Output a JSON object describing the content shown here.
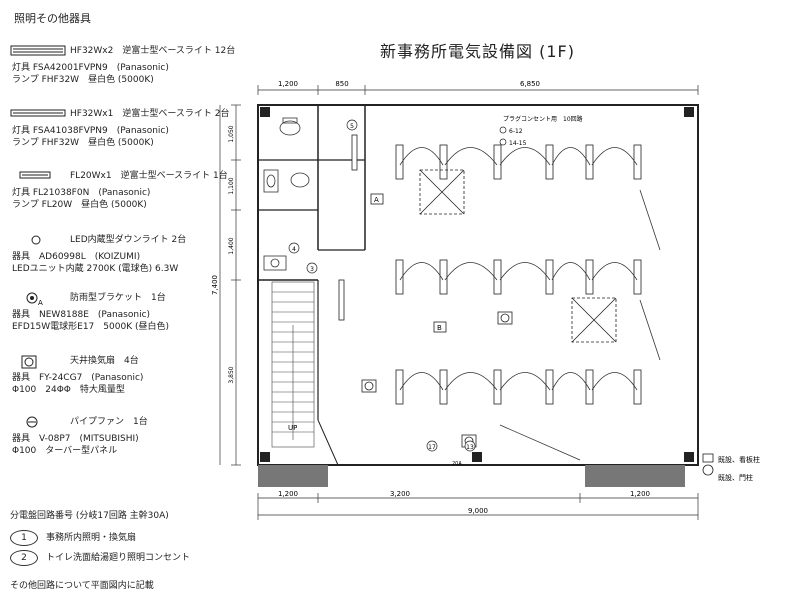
{
  "legend": {
    "title": "照明その他器具",
    "items": [
      {
        "name": "HF32Wx2　逆富士型ベースライト 12台",
        "detail1": "灯具 FSA42001FVPN9　(Panasonic)",
        "detail2": "ランプ FHF32W　昼白色 (5000K)"
      },
      {
        "name": "HF32Wx1　逆富士型ベースライト 2台",
        "detail1": "灯具 FSA41038FVPN9　(Panasonic)",
        "detail2": "ランプ FHF32W　昼白色 (5000K)"
      },
      {
        "name": "FL20Wx1　逆富士型ベースライト 1台",
        "detail1": "灯具 FL21038F0N　(Panasonic)",
        "detail2": "ランプ FL20W　昼白色 (5000K)"
      },
      {
        "name": "LED内蔵型ダウンライト 2台",
        "detail1": "器具　AD60998L　(KOIZUMI)",
        "detail2": "LEDユニット内蔵 2700K (電球色) 6.3W"
      },
      {
        "name": "防雨型ブラケット　1台",
        "detail1": "器具　NEW8188E　(Panasonic)",
        "detail2": "EFD15W電球形E17　5000K (昼白色)"
      },
      {
        "name": "天井換気扇　4台",
        "detail1": "器具　FY-24CG7　(Panasonic)",
        "detail2": "Φ100　24ΦΦ　特大風量型"
      },
      {
        "name": "パイプファン　1台",
        "detail1": "器具　V-08P7　(MITSUBISHI)",
        "detail2": "Φ100　ターバー型パネル"
      }
    ]
  },
  "circuits": {
    "title": "分電盤回路番号 (分岐17回路 主幹30A)",
    "items": [
      {
        "num": "1",
        "label": "事務所内照明・換気扇"
      },
      {
        "num": "2",
        "label": "トイレ洗面給湯廻り照明コンセント"
      }
    ],
    "note": "その他回路について平面図内に記載"
  },
  "plan": {
    "title": "新事務所電気設備図 (1F)",
    "dims_top": [
      "1,200",
      "850",
      "6,850"
    ],
    "dims_left": [
      "1,050",
      "1,100",
      "1,400",
      "3,850"
    ],
    "dim_left_total": "7,400",
    "dims_bottom": [
      "1,200",
      "3,200",
      "1,200"
    ],
    "dim_bottom_total": "9,000",
    "circuit_note": "プラグコンセント用　10回路",
    "circuit_sub1": "6-12",
    "circuit_sub2": "14-15",
    "panel_a": "A",
    "panel_b": "B",
    "stair_mark": "UP",
    "outlet_label": "20A",
    "circle_labels": [
      "5",
      "4",
      "3",
      "17",
      "13"
    ],
    "ext_label1": "既設、看板柱",
    "ext_label2": "既設、門柱"
  }
}
